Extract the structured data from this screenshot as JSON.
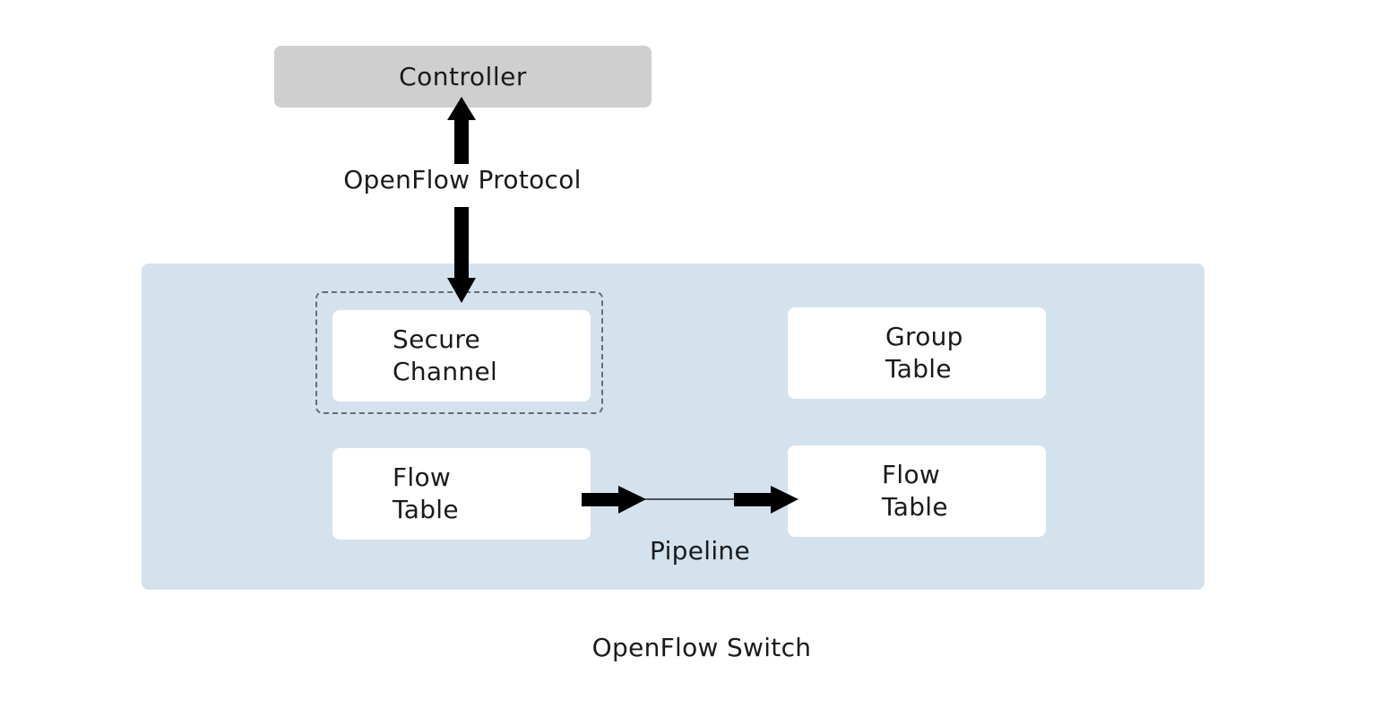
{
  "controller": {
    "label": "Controller"
  },
  "protocol": {
    "label": "OpenFlow Protocol"
  },
  "secure_channel": {
    "lines": [
      "Secure",
      "Channel"
    ]
  },
  "group_table": {
    "lines": [
      "Group",
      "Table"
    ]
  },
  "flow_table_left": {
    "lines": [
      "Flow",
      "Table"
    ]
  },
  "flow_table_right": {
    "lines": [
      "Flow",
      "Table"
    ]
  },
  "pipeline": {
    "label": "Pipeline"
  },
  "switch": {
    "label": "OpenFlow Switch"
  },
  "colors": {
    "controller_fill": "#cfcfcf",
    "switch_fill": "#d4e2ed",
    "node_fill": "#ffffff",
    "arrow": "#000000",
    "dashed_border": "#6b6b6b"
  }
}
